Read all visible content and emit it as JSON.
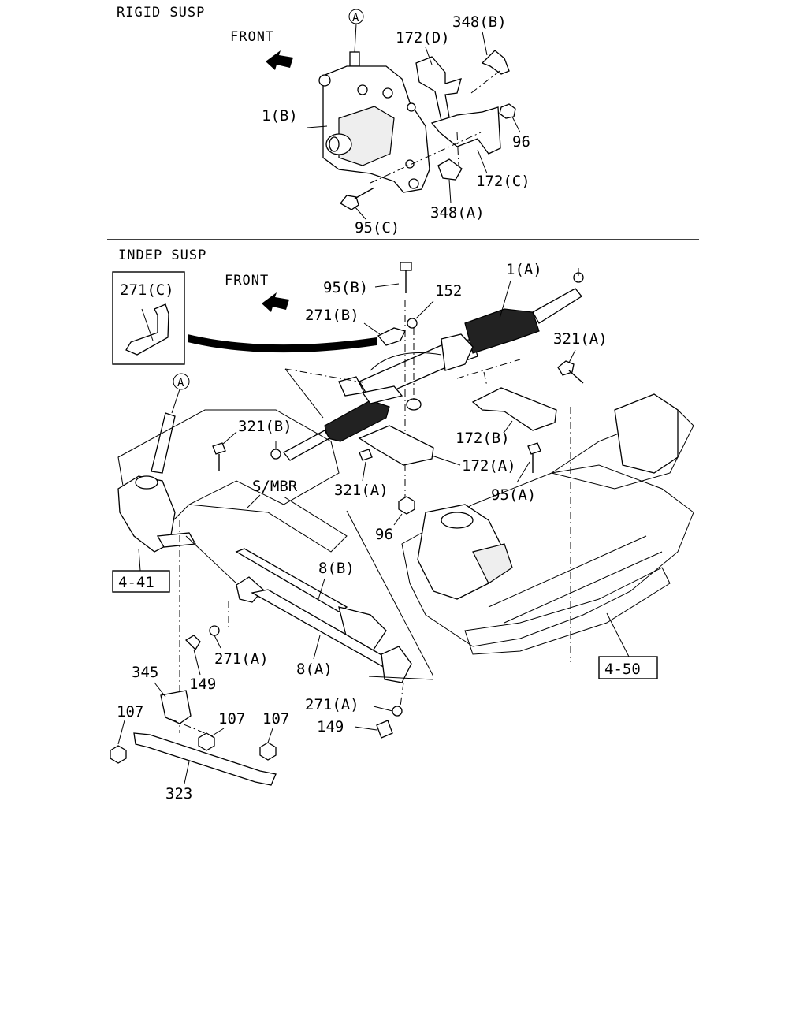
{
  "sections": {
    "rigid": "RIGID SUSP",
    "indep": "INDEP SUSP"
  },
  "front_labels": {
    "top": "FRONT",
    "bottom": "FRONT"
  },
  "callouts": {
    "a_top": "A",
    "a_bottom": "A"
  },
  "refs": {
    "ref_441": "4-41",
    "ref_450": "4-50"
  },
  "parts": {
    "p172d": "172(D)",
    "p348b": "348(B)",
    "p1b": "1(B)",
    "p96_top": "96",
    "p172c": "172(C)",
    "p348a": "348(A)",
    "p95c": "95(C)",
    "p95b": "95(B)",
    "p152": "152",
    "p1a": "1(A)",
    "p271c": "271(C)",
    "p271b": "271(B)",
    "p321a_right": "321(A)",
    "p321b": "321(B)",
    "p172b": "172(B)",
    "p172a": "172(A)",
    "p95a": "95(A)",
    "p321a_mid": "321(A)",
    "smbr": "S/MBR",
    "p96_bottom": "96",
    "p8b": "8(B)",
    "p271a_left": "271(A)",
    "p8a": "8(A)",
    "p149_left": "149",
    "p345": "345",
    "p107_left": "107",
    "p107_mid": "107",
    "p107_right": "107",
    "p323": "323",
    "p271a_right": "271(A)",
    "p149_right": "149"
  }
}
